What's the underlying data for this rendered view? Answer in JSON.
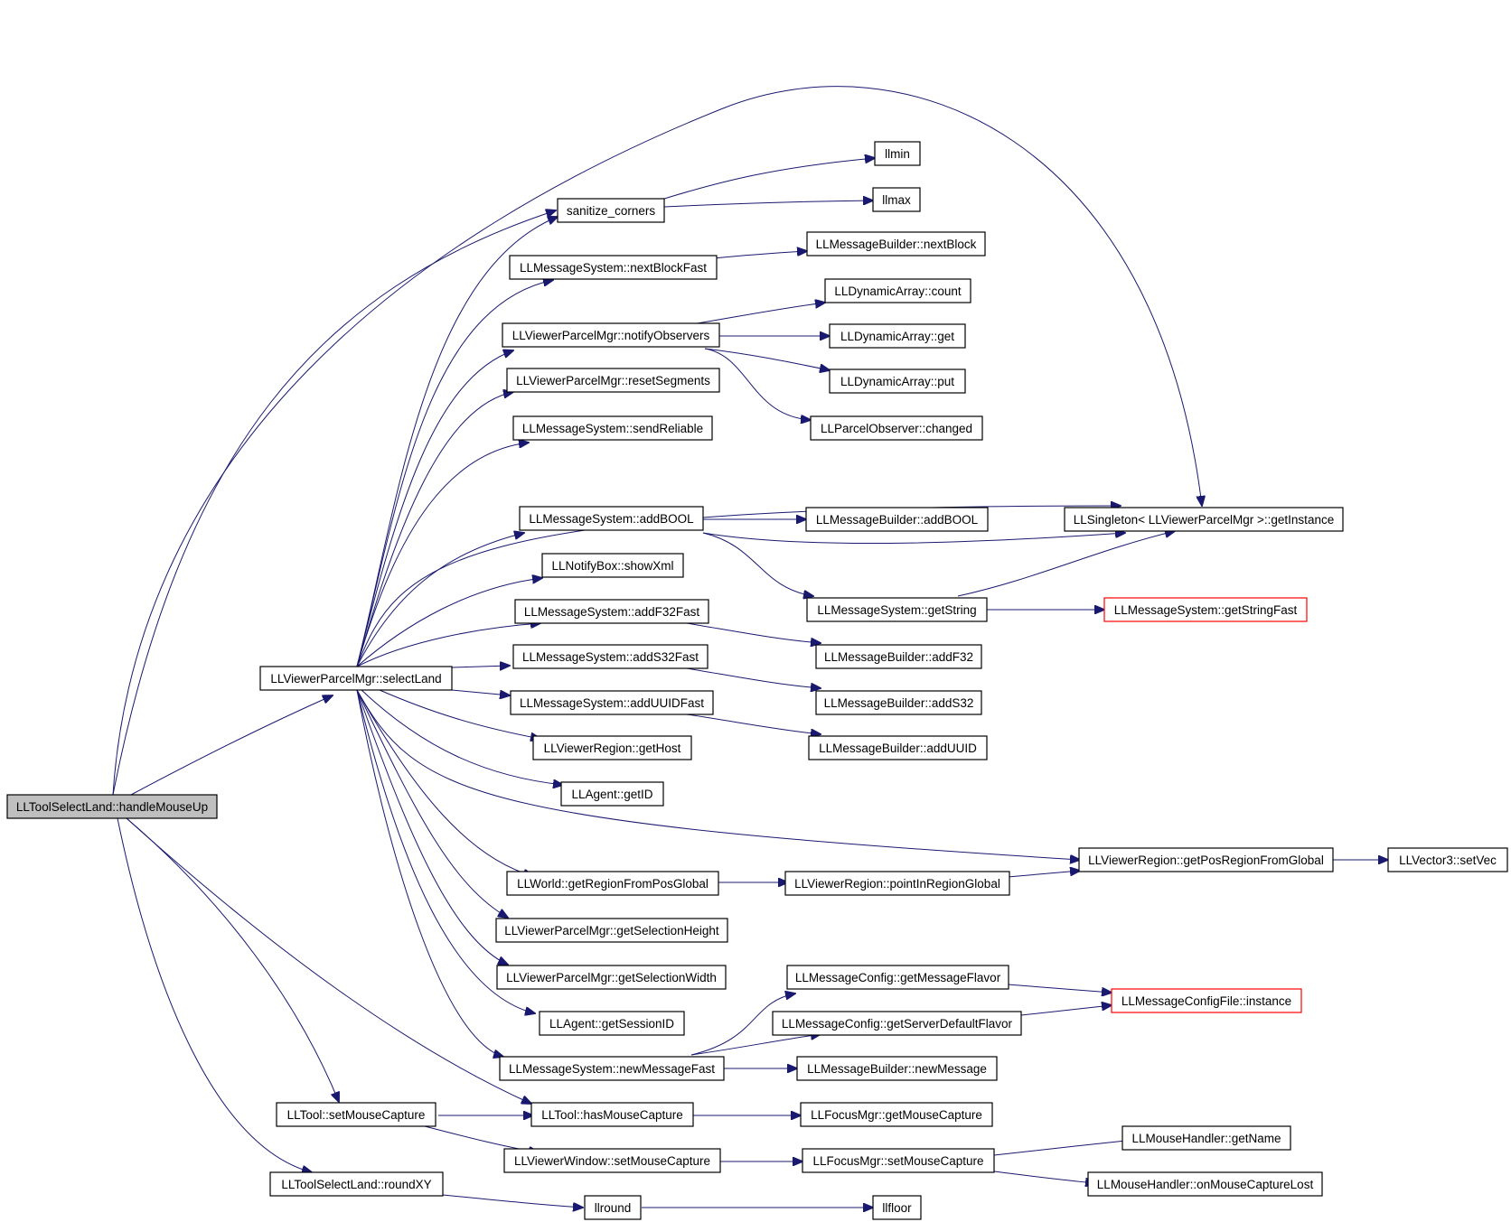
{
  "graph": {
    "colors": {
      "edge": "#191970",
      "root_fill": "#bfbfbf",
      "truncated_border": "#ff0000",
      "node_border": "#000000"
    },
    "nodes": [
      {
        "id": "root",
        "label": "LLToolSelectLand::handleMouseUp",
        "style": "root"
      },
      {
        "id": "selectLand",
        "label": "LLViewerParcelMgr::selectLand"
      },
      {
        "id": "sanitize",
        "label": "sanitize_corners"
      },
      {
        "id": "llmin",
        "label": "llmin"
      },
      {
        "id": "llmax",
        "label": "llmax"
      },
      {
        "id": "nextBlockFast",
        "label": "LLMessageSystem::nextBlockFast"
      },
      {
        "id": "mbNextBlock",
        "label": "LLMessageBuilder::nextBlock"
      },
      {
        "id": "notifyObservers",
        "label": "LLViewerParcelMgr::notifyObservers"
      },
      {
        "id": "daCount",
        "label": "LLDynamicArray::count"
      },
      {
        "id": "daGet",
        "label": "LLDynamicArray::get"
      },
      {
        "id": "daPut",
        "label": "LLDynamicArray::put"
      },
      {
        "id": "poChanged",
        "label": "LLParcelObserver::changed"
      },
      {
        "id": "resetSegments",
        "label": "LLViewerParcelMgr::resetSegments"
      },
      {
        "id": "sendReliable",
        "label": "LLMessageSystem::sendReliable"
      },
      {
        "id": "addBOOL",
        "label": "LLMessageSystem::addBOOL"
      },
      {
        "id": "mbAddBOOL",
        "label": "LLMessageBuilder::addBOOL"
      },
      {
        "id": "singleton",
        "label": "LLSingleton< LLViewerParcelMgr >::getInstance"
      },
      {
        "id": "showXml",
        "label": "LLNotifyBox::showXml"
      },
      {
        "id": "addF32Fast",
        "label": "LLMessageSystem::addF32Fast"
      },
      {
        "id": "getString",
        "label": "LLMessageSystem::getString"
      },
      {
        "id": "getStringFast",
        "label": "LLMessageSystem::getStringFast",
        "style": "truncated"
      },
      {
        "id": "mbAddF32",
        "label": "LLMessageBuilder::addF32"
      },
      {
        "id": "addS32Fast",
        "label": "LLMessageSystem::addS32Fast"
      },
      {
        "id": "mbAddS32",
        "label": "LLMessageBuilder::addS32"
      },
      {
        "id": "addUUIDFast",
        "label": "LLMessageSystem::addUUIDFast"
      },
      {
        "id": "mbAddUUID",
        "label": "LLMessageBuilder::addUUID"
      },
      {
        "id": "getHost",
        "label": "LLViewerRegion::getHost"
      },
      {
        "id": "getID",
        "label": "LLAgent::getID"
      },
      {
        "id": "getPosRegion",
        "label": "LLViewerRegion::getPosRegionFromGlobal"
      },
      {
        "id": "setVec",
        "label": "LLVector3::setVec"
      },
      {
        "id": "getRegionFromPos",
        "label": "LLWorld::getRegionFromPosGlobal"
      },
      {
        "id": "pointInRegion",
        "label": "LLViewerRegion::pointInRegionGlobal"
      },
      {
        "id": "selHeight",
        "label": "LLViewerParcelMgr::getSelectionHeight"
      },
      {
        "id": "selWidth",
        "label": "LLViewerParcelMgr::getSelectionWidth"
      },
      {
        "id": "msgFlavor",
        "label": "LLMessageConfig::getMessageFlavor"
      },
      {
        "id": "configInstance",
        "label": "LLMessageConfigFile::instance",
        "style": "truncated"
      },
      {
        "id": "serverFlavor",
        "label": "LLMessageConfig::getServerDefaultFlavor"
      },
      {
        "id": "sessionID",
        "label": "LLAgent::getSessionID"
      },
      {
        "id": "newMessageFast",
        "label": "LLMessageSystem::newMessageFast"
      },
      {
        "id": "mbNewMessage",
        "label": "LLMessageBuilder::newMessage"
      },
      {
        "id": "toolSetCapture",
        "label": "LLTool::setMouseCapture"
      },
      {
        "id": "hasCapture",
        "label": "LLTool::hasMouseCapture"
      },
      {
        "id": "fmGetCapture",
        "label": "LLFocusMgr::getMouseCapture"
      },
      {
        "id": "mhGetName",
        "label": "LLMouseHandler::getName"
      },
      {
        "id": "vwSetCapture",
        "label": "LLViewerWindow::setMouseCapture"
      },
      {
        "id": "fmSetCapture",
        "label": "LLFocusMgr::setMouseCapture"
      },
      {
        "id": "captureLost",
        "label": "LLMouseHandler::onMouseCaptureLost"
      },
      {
        "id": "roundXY",
        "label": "LLToolSelectLand::roundXY"
      },
      {
        "id": "llround",
        "label": "llround"
      },
      {
        "id": "llfloor",
        "label": "llfloor"
      }
    ]
  }
}
